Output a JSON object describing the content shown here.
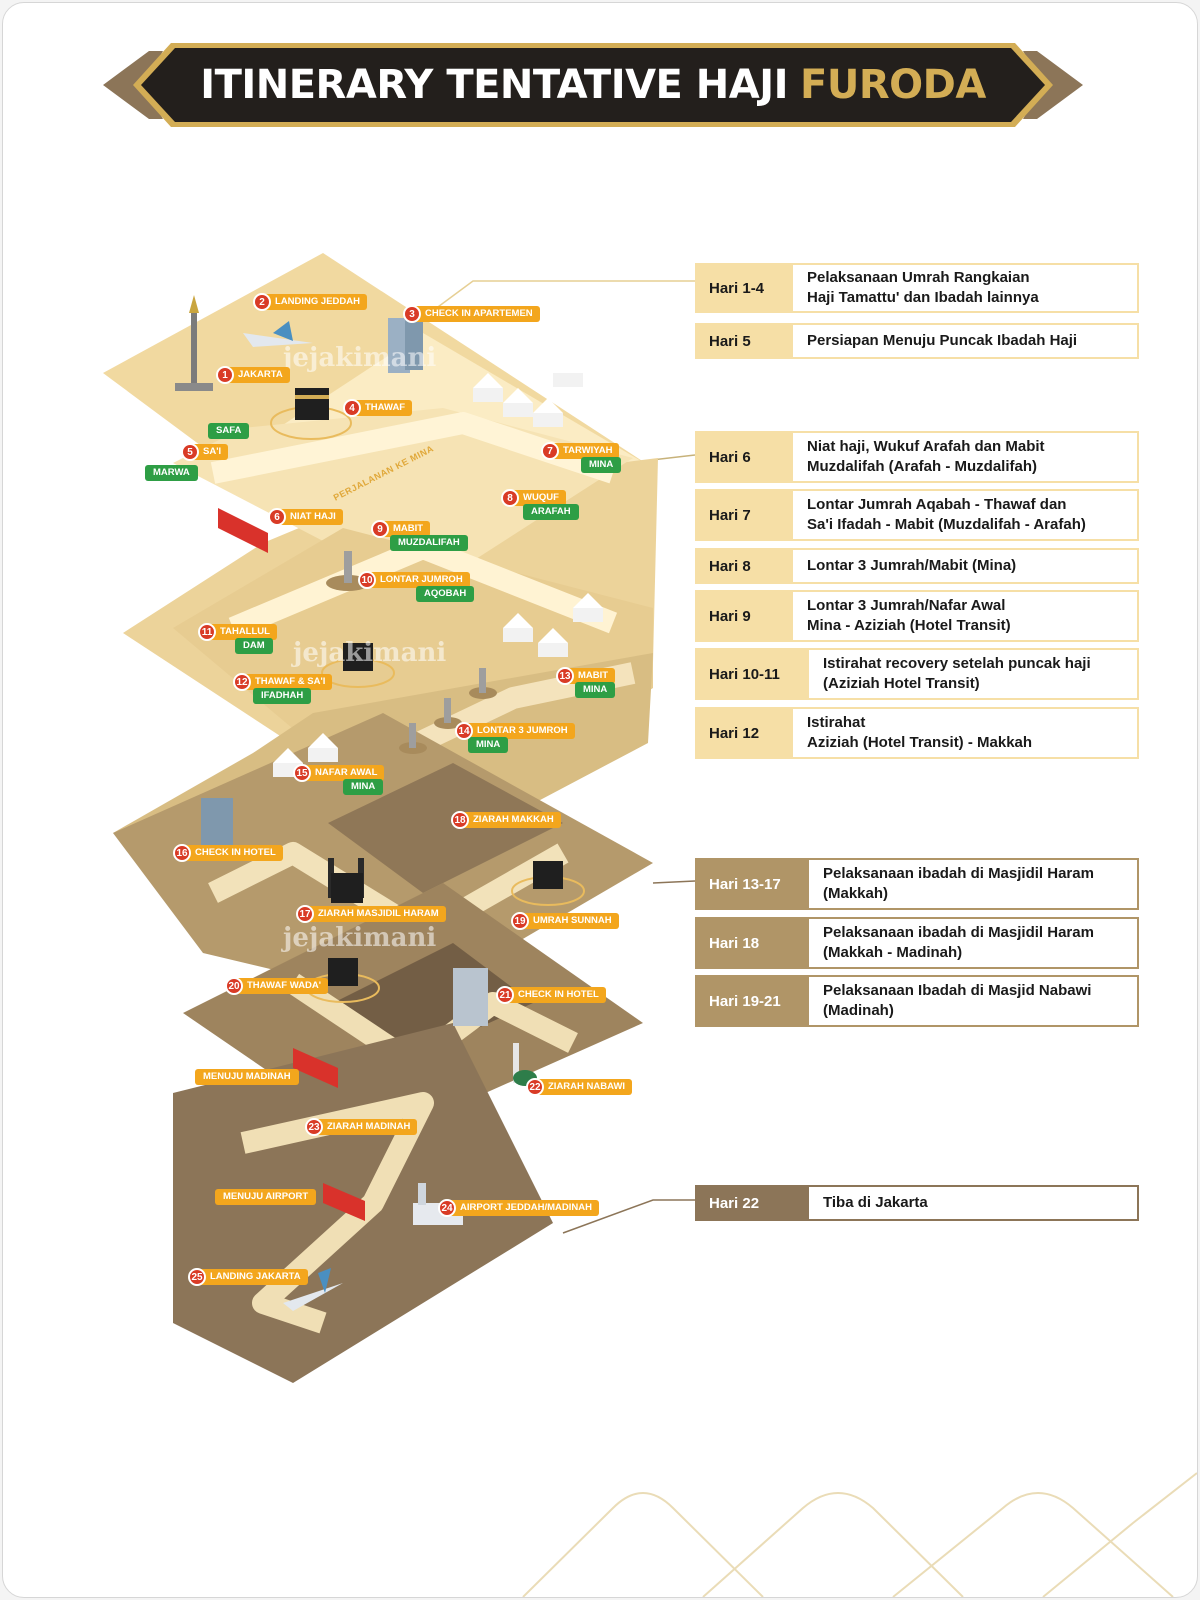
{
  "title": {
    "main": "ITINERARY TENTATIVE HAJI",
    "accent": "FURODA"
  },
  "colors": {
    "banner": "#231f1c",
    "gold": "#d3ad55",
    "tan": "#f6dfa6",
    "brown": "#b09567",
    "dark_brown": "#8c7558",
    "stop_red": "#d93b26",
    "label_orange": "#f3a61d",
    "place_green": "#2e9e45"
  },
  "watermark": "jejakimani",
  "map": {
    "path_text": "PERJALANAN KE MINA",
    "stops": [
      {
        "n": "1",
        "label": "JAKARTA"
      },
      {
        "n": "2",
        "label": "LANDING JEDDAH"
      },
      {
        "n": "3",
        "label": "CHECK IN APARTEMEN"
      },
      {
        "n": "4",
        "label": "THAWAF"
      },
      {
        "n": "5",
        "label": "SA'I"
      },
      {
        "n": "6",
        "label": "NIAT HAJI"
      },
      {
        "n": "7",
        "label": "TARWIYAH"
      },
      {
        "n": "8",
        "label": "WUQUF"
      },
      {
        "n": "9",
        "label": "MABIT"
      },
      {
        "n": "10",
        "label": "LONTAR JUMROH"
      },
      {
        "n": "11",
        "label": "TAHALLUL"
      },
      {
        "n": "12",
        "label": "THAWAF & SA'I"
      },
      {
        "n": "13",
        "label": "MABIT"
      },
      {
        "n": "14",
        "label": "LONTAR 3 JUMROH"
      },
      {
        "n": "15",
        "label": "NAFAR AWAL"
      },
      {
        "n": "16",
        "label": "CHECK IN HOTEL"
      },
      {
        "n": "17",
        "label": "ZIARAH MASJIDIL HARAM"
      },
      {
        "n": "18",
        "label": "ZIARAH MAKKAH"
      },
      {
        "n": "19",
        "label": "UMRAH SUNNAH"
      },
      {
        "n": "20",
        "label": "THAWAF WADA'"
      },
      {
        "n": "21",
        "label": "CHECK IN HOTEL"
      },
      {
        "n": "22",
        "label": "ZIARAH NABAWI"
      },
      {
        "n": "23",
        "label": "ZIARAH MADINAH"
      },
      {
        "n": "24",
        "label": "AIRPORT JEDDAH/MADINAH"
      },
      {
        "n": "25",
        "label": "LANDING JAKARTA"
      }
    ],
    "tags": {
      "safa": "SAFA",
      "marwa": "MARWA",
      "mina_7": "MINA",
      "arafah": "ARAFAH",
      "muzdalifah": "MUZDALIFAH",
      "aqobah": "AQOBAH",
      "dam": "DAM",
      "ifadhah": "IFADHAH",
      "mina_13": "MINA",
      "mina_14": "MINA",
      "mina_15": "MINA"
    },
    "plain_labels": {
      "menuju_madinah": "MENUJU MADINAH",
      "menuju_airport": "MENUJU AIRPORT"
    }
  },
  "schedule": [
    {
      "day": "Hari 1-4",
      "lines": [
        "Pelaksanaan Umrah Rangkaian",
        "Haji Tamattu' dan Ibadah lainnya"
      ]
    },
    {
      "day": "Hari 5",
      "lines": [
        "Persiapan Menuju Puncak Ibadah Haji"
      ]
    },
    {
      "day": "Hari 6",
      "lines": [
        "Niat haji, Wukuf Arafah dan Mabit",
        "Muzdalifah (Arafah - Muzdalifah)"
      ]
    },
    {
      "day": "Hari 7",
      "lines": [
        "Lontar Jumrah Aqabah - Thawaf dan",
        "Sa'i Ifadah - Mabit (Muzdalifah - Arafah)"
      ]
    },
    {
      "day": "Hari 8",
      "lines": [
        "Lontar 3 Jumrah/Mabit (Mina)"
      ]
    },
    {
      "day": "Hari 9",
      "lines": [
        "Lontar 3 Jumrah/Nafar Awal",
        "Mina - Aziziah (Hotel Transit)"
      ]
    },
    {
      "day": "Hari 10-11",
      "lines": [
        "Istirahat recovery setelah puncak haji",
        "(Aziziah Hotel Transit)"
      ]
    },
    {
      "day": "Hari 12",
      "lines": [
        "Istirahat",
        "Aziziah (Hotel Transit) - Makkah"
      ]
    },
    {
      "day": "Hari 13-17",
      "lines": [
        "Pelaksanaan ibadah di Masjidil Haram",
        "(Makkah)"
      ]
    },
    {
      "day": "Hari 18",
      "lines": [
        "Pelaksanaan ibadah di Masjidil Haram",
        "(Makkah - Madinah)"
      ]
    },
    {
      "day": "Hari 19-21",
      "lines": [
        "Pelaksanaan Ibadah di Masjid Nabawi",
        "(Madinah)"
      ]
    },
    {
      "day": "Hari 22",
      "lines": [
        "Tiba di Jakarta"
      ]
    }
  ]
}
